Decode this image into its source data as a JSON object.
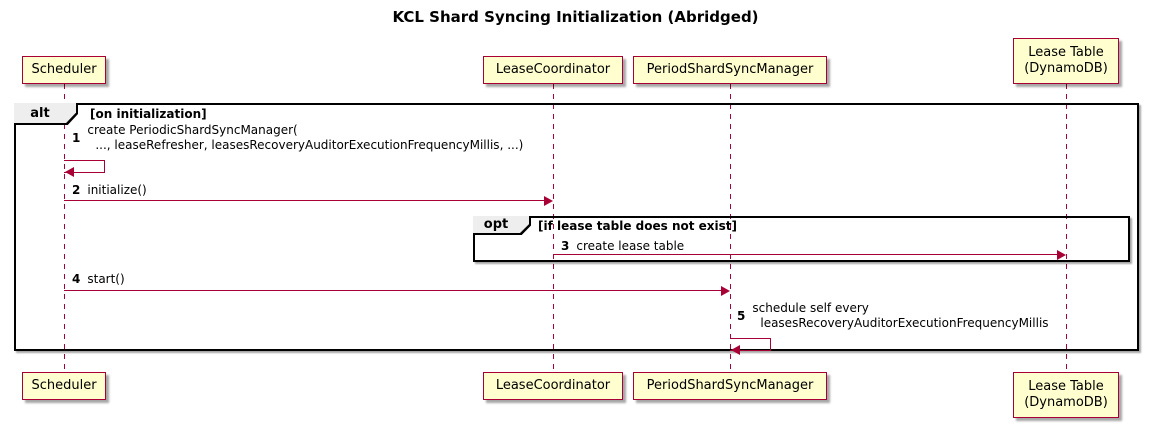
{
  "title": "KCL Shard Syncing Initialization (Abridged)",
  "participants": [
    {
      "label": "Scheduler"
    },
    {
      "label": "LeaseCoordinator"
    },
    {
      "label": "PeriodShardSyncManager"
    },
    {
      "label": "Lease Table",
      "label2": "(DynamoDB)"
    }
  ],
  "frames": {
    "alt": {
      "operator": "alt",
      "guard": "[on initialization]"
    },
    "opt": {
      "operator": "opt",
      "guard": "[if lease table does not exist]"
    }
  },
  "messages": [
    {
      "seq": "1",
      "line1": "create PeriodicShardSyncManager(",
      "line2": "..., leaseRefresher, leasesRecoveryAuditorExecutionFrequencyMillis, ...)",
      "from": "Scheduler",
      "to": "Scheduler",
      "kind": "self"
    },
    {
      "seq": "2",
      "text": "initialize()",
      "from": "Scheduler",
      "to": "LeaseCoordinator",
      "kind": "arrow"
    },
    {
      "seq": "3",
      "text": "create lease table",
      "from": "LeaseCoordinator",
      "to": "Lease Table (DynamoDB)",
      "kind": "arrow"
    },
    {
      "seq": "4",
      "text": "start()",
      "from": "Scheduler",
      "to": "PeriodShardSyncManager",
      "kind": "arrow"
    },
    {
      "seq": "5",
      "line1": "schedule self every",
      "line2": "leasesRecoveryAuditorExecutionFrequencyMillis",
      "from": "PeriodShardSyncManager",
      "to": "PeriodShardSyncManager",
      "kind": "self"
    }
  ],
  "colors": {
    "participant_fill": "#FEFECE",
    "participant_border": "#A80036",
    "message_color": "#A80036",
    "frame_border": "#000000",
    "frame_label_fill": "#EEEEEE",
    "background": "#FFFFFF"
  }
}
